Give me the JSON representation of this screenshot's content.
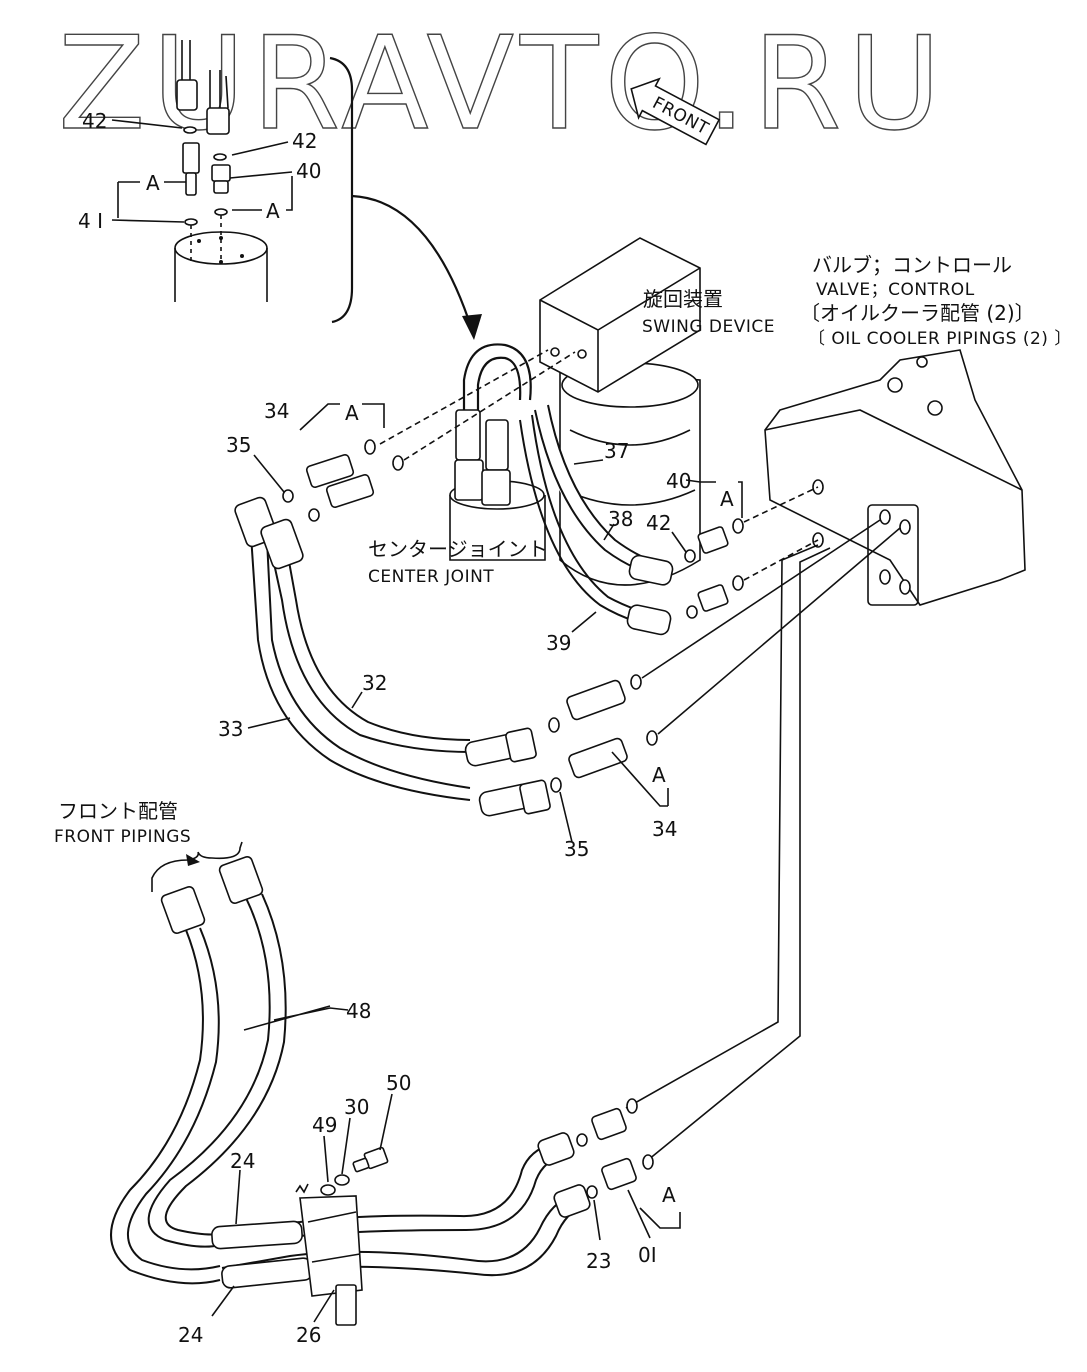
{
  "watermark": "ZURAVTO.RU",
  "front_arrow": "FRONT",
  "components": {
    "swing_device": {
      "ja": "旋回装置",
      "en": "SWING DEVICE"
    },
    "center_joint": {
      "ja": "センタージョイント",
      "en": "CENTER JOINT"
    },
    "control_valve": {
      "ja": "バルブ；コントロール",
      "en": "VALVE；CONTROL",
      "ja_sub": "〔オイルクーラ配管 (2)〕",
      "en_sub": "〔 OIL COOLER PIPINGS (2) 〕"
    },
    "front_pipings": {
      "ja": "フロント配管",
      "en": "FRONT PIPINGS"
    }
  },
  "callouts": {
    "c42a": "42",
    "c42b": "42",
    "c40a": "40",
    "cA1": "A",
    "cA2": "A",
    "c41": "4 I",
    "c34a": "34",
    "cA3": "A",
    "c35a": "35",
    "c37": "37",
    "c40b": "40",
    "cA4": "A",
    "c38": "38",
    "c42c": "42",
    "c39": "39",
    "c32": "32",
    "c33": "33",
    "cA5": "A",
    "c34b": "34",
    "c35b": "35",
    "c48": "48",
    "c50": "50",
    "c49": "49",
    "c30": "30",
    "c24a": "24",
    "cA6": "A",
    "c23": "23",
    "c01": "0I",
    "c24b": "24",
    "c26": "26"
  }
}
